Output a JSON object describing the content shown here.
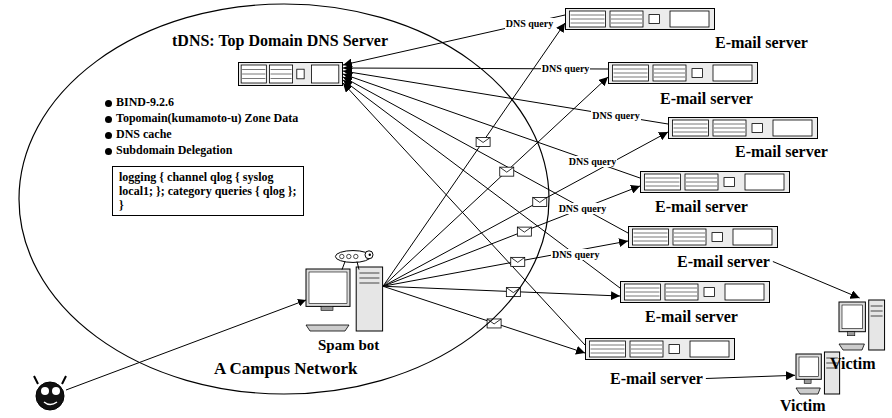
{
  "diagram": {
    "nodes": [
      {
        "text": [
          "A Campus Network"
        ]
      },
      {
        "text": [
          "tDNS: Top Domain DNS Server",
          "BIND-9.2.6",
          "Topomain(kumamoto-u) Zone Data",
          "DNS cache",
          "Subdomain Delegation"
        ],
        "in": 0
      },
      {
        "text": [
          "logging { channel qlog { syslog local1; }; category queries { qlog }; }"
        ],
        "in": 1
      },
      {
        "text": [
          "Spam bot"
        ],
        "in": 0
      },
      {
        "text": [
          "E-mail server"
        ]
      },
      {
        "text": [
          "E-mail server"
        ]
      },
      {
        "text": [
          "E-mail server"
        ]
      },
      {
        "text": [
          "E-mail server"
        ]
      },
      {
        "text": [
          "E-mail server"
        ]
      },
      {
        "text": [
          "E-mail server"
        ]
      },
      {
        "text": [
          "E-mail server"
        ]
      },
      {
        "text": [
          "Victim"
        ]
      },
      {
        "text": [
          "Victim"
        ]
      }
    ],
    "edges": [
      {
        "from": 4,
        "to": 1,
        "arrow": "to",
        "label": "DNS query"
      },
      {
        "from": 5,
        "to": 1,
        "arrow": "to",
        "label": "DNS query"
      },
      {
        "from": 6,
        "to": 1,
        "arrow": "to",
        "label": "DNS query"
      },
      {
        "from": 7,
        "to": 1,
        "arrow": "to",
        "label": "DNS query"
      },
      {
        "from": 8,
        "to": 1,
        "arrow": "to",
        "label": "DNS query"
      },
      {
        "from": 9,
        "to": 1,
        "arrow": "to",
        "label": "DNS query"
      },
      {
        "from": 10,
        "to": 1,
        "arrow": "to"
      },
      {
        "from": 3,
        "to": 4,
        "arrow": "to"
      },
      {
        "from": 3,
        "to": 5,
        "arrow": "to"
      },
      {
        "from": 3,
        "to": 6,
        "arrow": "to"
      },
      {
        "from": 3,
        "to": 7,
        "arrow": "to"
      },
      {
        "from": 3,
        "to": 8,
        "arrow": "to"
      },
      {
        "from": 3,
        "to": 9,
        "arrow": "to"
      },
      {
        "from": 3,
        "to": 10,
        "arrow": "to"
      },
      {
        "from": 8,
        "to": 11,
        "arrow": "to"
      },
      {
        "from": 10,
        "to": 12,
        "arrow": "to"
      }
    ]
  }
}
